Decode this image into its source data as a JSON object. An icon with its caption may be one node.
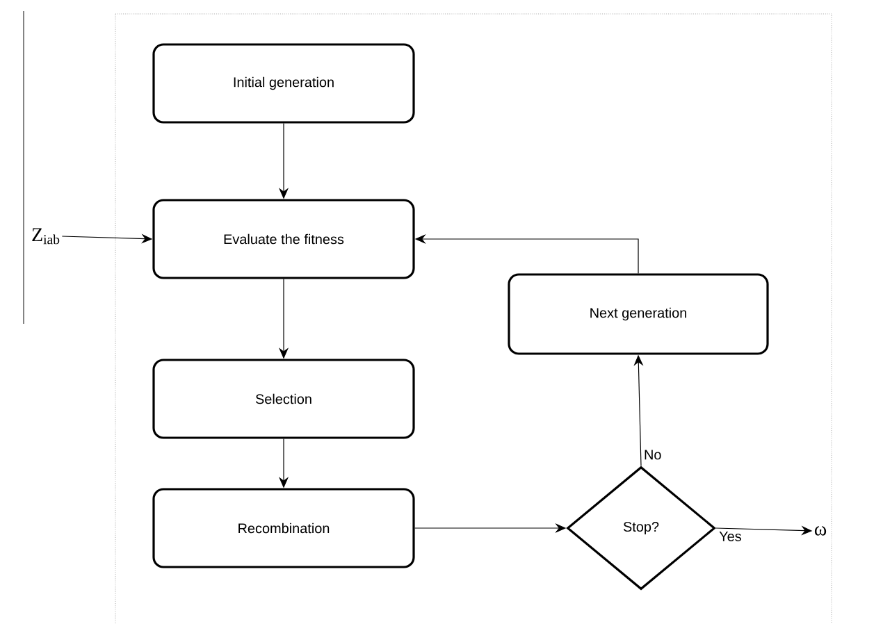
{
  "diagram": {
    "nodes": [
      {
        "text": [
          "Initial generation"
        ]
      },
      {
        "text": [
          "Evaluate the fitness"
        ]
      },
      {
        "text": [
          "Selection"
        ]
      },
      {
        "text": [
          "Recombination"
        ]
      },
      {
        "text": [
          "Stop?"
        ]
      },
      {
        "text": [
          "Next generation"
        ]
      },
      {
        "text": [
          "Z$_{iab}$"
        ]
      },
      {
        "text": [
          "ω"
        ]
      }
    ],
    "edges": [
      {
        "from": 0,
        "to": 1,
        "arrow": "to"
      },
      {
        "from": 1,
        "to": 2,
        "arrow": "to"
      },
      {
        "from": 2,
        "to": 3,
        "arrow": "to"
      },
      {
        "from": 3,
        "to": 4,
        "arrow": "to"
      },
      {
        "from": 4,
        "to": 5,
        "arrow": "to",
        "label": "No"
      },
      {
        "from": 5,
        "to": 1,
        "arrow": "to"
      },
      {
        "from": 6,
        "to": 1,
        "arrow": "to"
      },
      {
        "from": 4,
        "to": 7,
        "arrow": "to",
        "label": "Yes"
      }
    ]
  }
}
